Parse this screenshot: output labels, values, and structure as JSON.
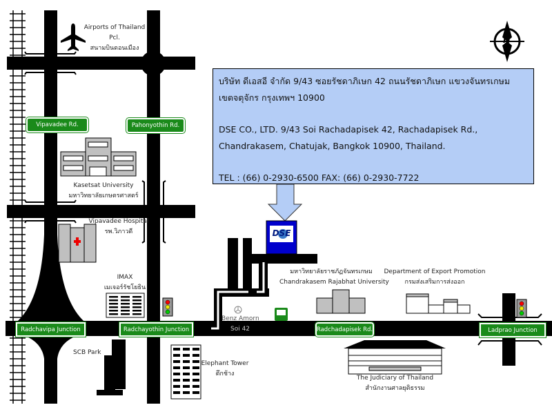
{
  "info_box": {
    "thai_line1": "บริษัท ดีเอสอี จำกัด  9/43 ซอยรัชดาภิเษก 42 ถนนรัชดาภิเษก แขวงจันทรเกษม",
    "thai_line2": "เขตจตุจักร กรุงเทพฯ 10900",
    "en_line1": "DSE CO., LTD.   9/43 Soi Rachadapisek 42, Rachadapisek Rd.,",
    "en_line2": "Chandrakasem, Chatujak, Bangkok 10900, Thailand.",
    "contact": "TEL : (66) 0-2930-6500  FAX: (66) 0-2930-7722"
  },
  "logo_text": "DSE",
  "compass_label": "N",
  "road_signs": {
    "vipavadee": "Vipavadee Rd.",
    "pahonyothin": "Pahonyothin Rd.",
    "radchavipa": "Radchavipa Junction",
    "radchayothin": "Radchayothin Junction",
    "radchadapisek": "Radchadapisek Rd.",
    "ladprao": "Ladprao Junction"
  },
  "landmarks": {
    "airport_en1": "Airports of Thailand",
    "airport_en2": "Pcl.",
    "airport_th": "สนามบินดอนเมือง",
    "kasetsart_en": "Kasetsat University",
    "kasetsart_th": "มหาวิทยาลัยเกษตรศาสตร์",
    "hospital_en": "Vipavadee Hospital",
    "hospital_th": "รพ.วิภาวดี",
    "imax_en": "IMAX",
    "imax_th": "เมเจอร์รัชโยธิน",
    "scb": "SCB Park",
    "elephant_en": "Elephant Tower",
    "elephant_th": "ตึกช้าง",
    "benz": "Benz Amorn",
    "soi": "Soi 42",
    "rajabhat_th": "มหาวิทยาลัยราชภัฏจันทรเกษม",
    "rajabhat_en": "Chandrakasem Rajabhat University",
    "export_en": "Department of Export Promotion",
    "export_th": "กรมส่งเสริมการส่งออก",
    "judiciary_en": "The Judiciary of Thailand",
    "judiciary_th": "สำนักงานศาลยุติธรรม"
  },
  "colors": {
    "sign_green": "#1a8a1a",
    "info_bg": "#b4cdf6",
    "logo_blue": "#0000cc"
  }
}
